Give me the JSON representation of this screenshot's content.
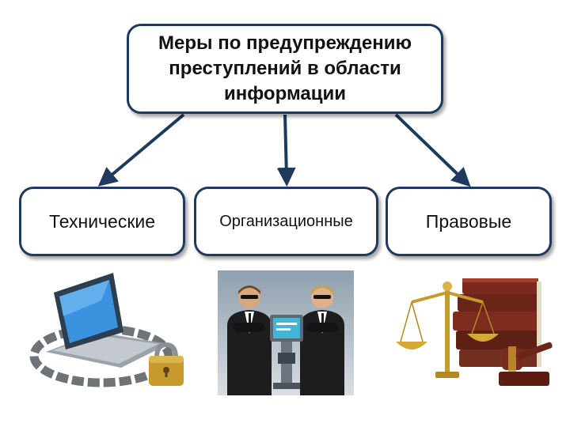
{
  "root": {
    "label": "Меры по предупреждению преступлений в области информации"
  },
  "children": [
    {
      "label": "Технические"
    },
    {
      "label": "Организационные"
    },
    {
      "label": "Правовые"
    }
  ],
  "colors": {
    "border": "#1f3a5f",
    "arrow": "#1f3a5f"
  },
  "images": [
    "laptop-chained-with-padlock",
    "security-guards-with-terminal",
    "scales-of-justice-books-gavel"
  ]
}
